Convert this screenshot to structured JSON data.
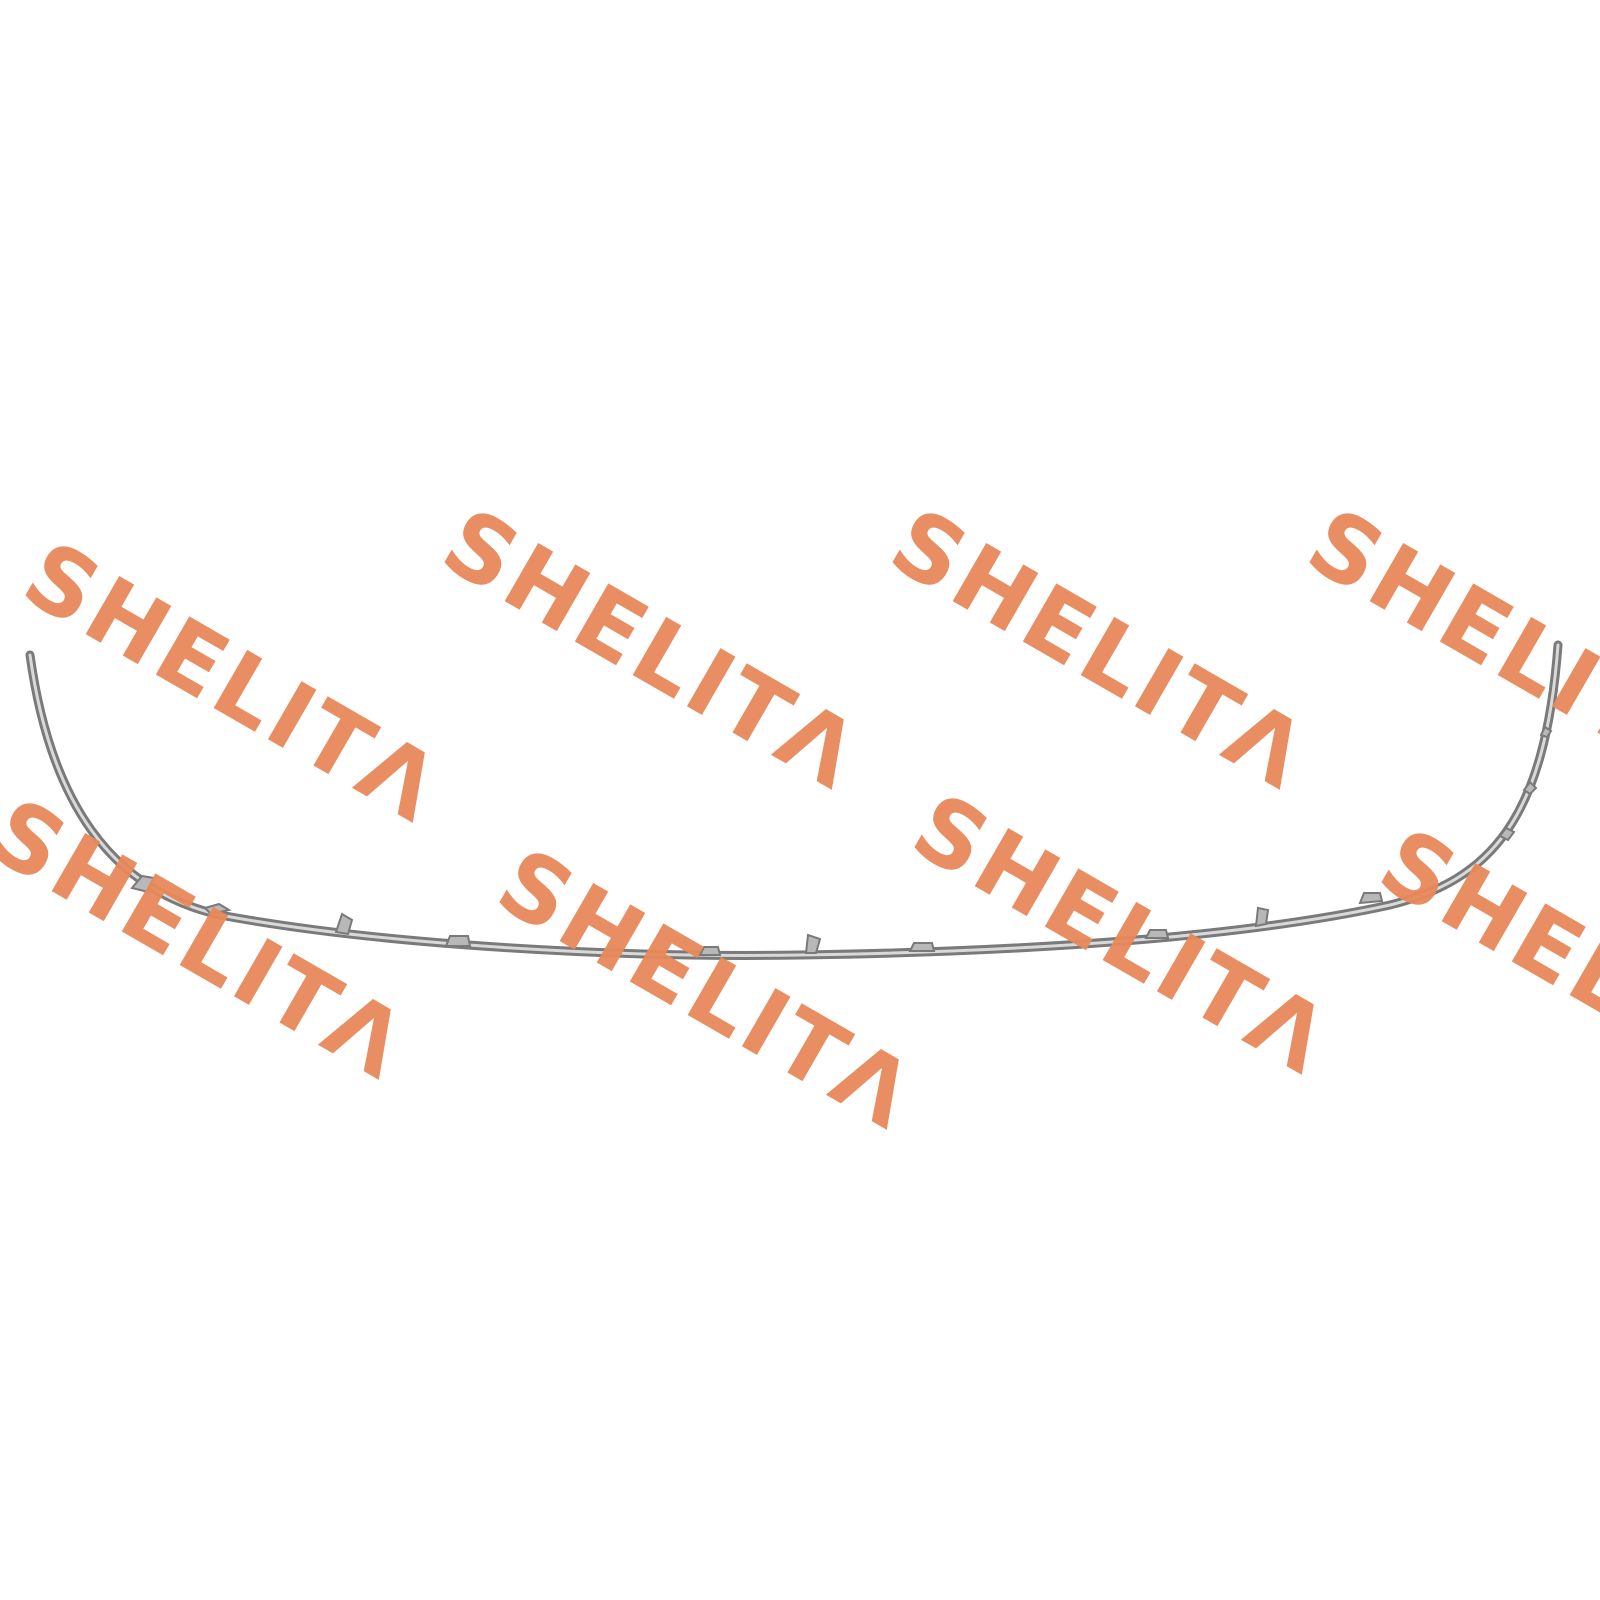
{
  "watermark": {
    "text": "SHELITΛ",
    "color": "#e8895a",
    "repetitions": 8
  },
  "product": {
    "name": "chrome-bumper-trim-strip",
    "colors": {
      "trim": "#8d8d8d",
      "highlight": "#d9d9d9",
      "clip": "#b8b8b8"
    }
  },
  "background_color": "#ffffff"
}
